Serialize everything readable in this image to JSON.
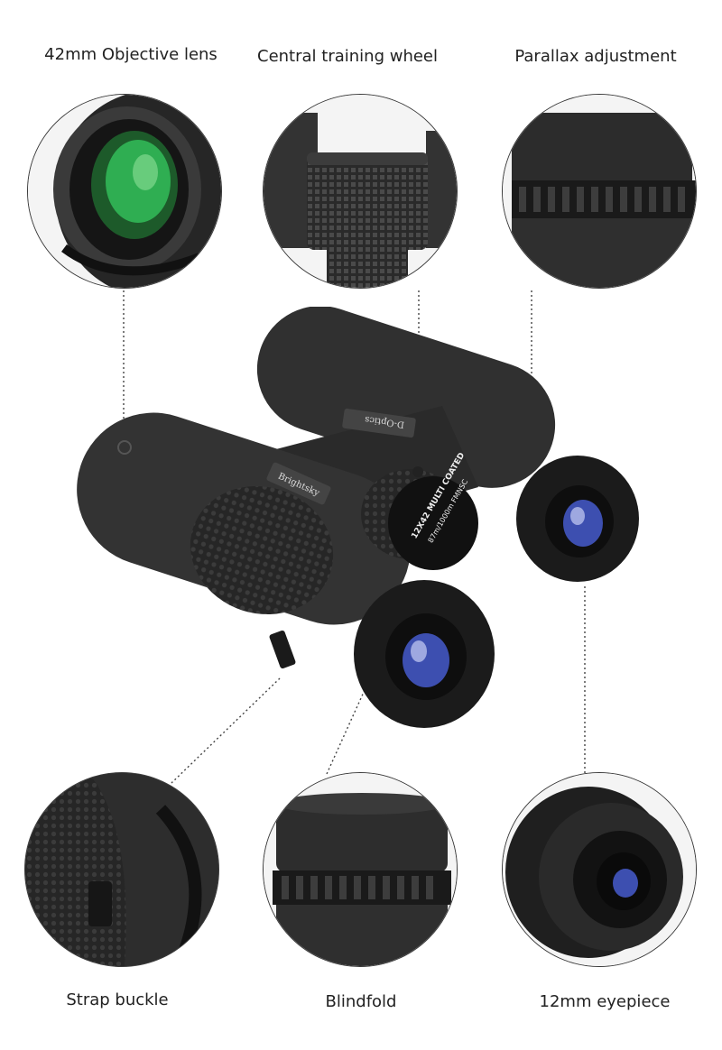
{
  "callouts": {
    "top": [
      {
        "label": "42mm Objective lens"
      },
      {
        "label": "Central training wheel"
      },
      {
        "label": "Parallax adjustment"
      }
    ],
    "bottom": [
      {
        "label": "Strap buckle"
      },
      {
        "label": "Blindfold"
      },
      {
        "label": "12mm eyepiece"
      }
    ]
  },
  "product": {
    "brand_plate": "Brightsky",
    "brand_plate_2": "D-Optics",
    "eyepiece_ring_text": "12X42 MULTI COATED",
    "eyepiece_ring_text_2": "87m/1000m FMNSC"
  },
  "colors": {
    "body": "#2b2b2b",
    "rubber": "#1d1d1d",
    "lens_green": "#2fae52",
    "lens_blue": "#3d4fb0"
  }
}
